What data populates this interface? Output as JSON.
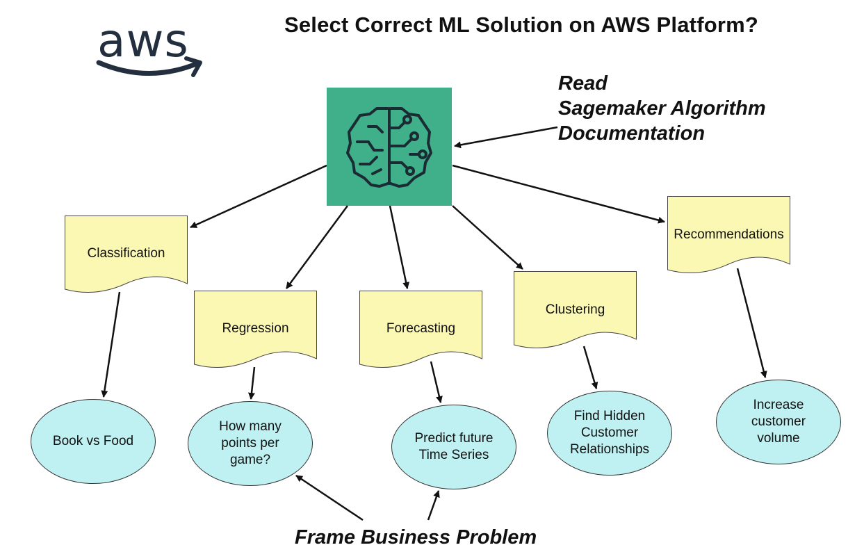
{
  "title": "Select Correct ML Solution on AWS Platform?",
  "logo": {
    "text": "aws",
    "icon": "aws-logo-icon"
  },
  "center_icon": "brain-circuit-icon",
  "annotations": {
    "read_docs": [
      "Read",
      "Sagemaker Algorithm",
      "Documentation"
    ],
    "frame_problem": "Frame Business Problem"
  },
  "categories": [
    {
      "label": "Classification",
      "example": "Book vs Food"
    },
    {
      "label": "Regression",
      "example": "How many\npoints per\ngame?"
    },
    {
      "label": "Forecasting",
      "example": "Predict future\nTime Series"
    },
    {
      "label": "Clustering",
      "example": "Find Hidden\nCustomer\nRelationships"
    },
    {
      "label": "Recommendations",
      "example": "Increase\ncustomer\nvolume"
    }
  ],
  "colors": {
    "center_box": "#3fb08a",
    "doc_fill": "#fbf8b3",
    "ellipse_fill": "#bff0f2",
    "logo": "#232f3e",
    "smile": "#232f3e"
  }
}
